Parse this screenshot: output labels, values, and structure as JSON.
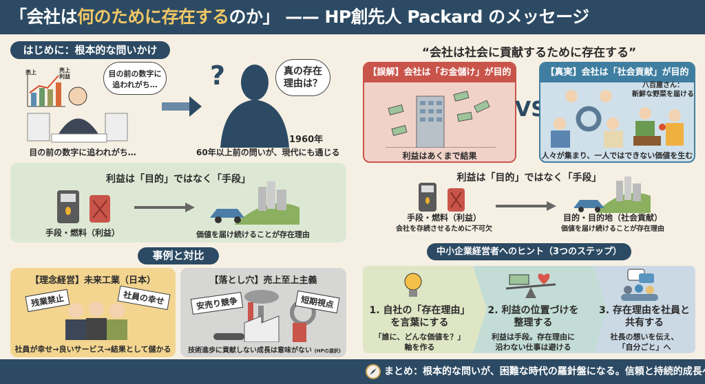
{
  "header": {
    "title_pre": "「会社は",
    "title_highlight": "何のために存在する",
    "title_post": "のか」 —— HP創先人  Packard のメッセージ"
  },
  "intro": {
    "pill": "はじめに：根本的な問いかけ",
    "chart_labels": [
      "売上",
      "売上\n利益"
    ],
    "thought_bubble": "目の前の数字に\n追われがち…",
    "left_caption": "目の前の数字に追われがち…",
    "speech_bubble": "真の存在\n理由は？",
    "year": "1960年",
    "right_caption": "60年以上前の問いが、現代にも通じる"
  },
  "profit_left": {
    "title": "利益は「目的」ではなく「手段」",
    "fuel_caption": "手段・燃料（利益）",
    "goal_caption": "価値を届け続けることが存在理由"
  },
  "cases": {
    "pill": "事例と対比",
    "good": {
      "title": "【理念経営】未来工業（日本）",
      "signs": [
        "残業禁止",
        "社員の幸せ"
      ],
      "caption": "社員が幸せ→良いサービス→結果として儲かる"
    },
    "bad": {
      "title": "【落とし穴】売上至上主義",
      "signs": [
        "安売り競争",
        "短期視点"
      ],
      "caption": "技術進歩に貢献しない成長は意味がない",
      "note": "(HPの選択)"
    }
  },
  "quote": "“会社は社会に貢献するために存在する”",
  "misconception": {
    "title": "【誤解】会社は「お金儲け」が目的",
    "caption": "利益はあくまで結果"
  },
  "vs": "VS",
  "truth": {
    "title": "【真実】会社は「社会貢献」が目的",
    "example": "八百屋さん：\n新鮮な野菜を届ける",
    "caption": "人々が集まり、一人ではできない価値を生む"
  },
  "profit_right": {
    "title": "利益は「目的」ではなく「手段」",
    "fuel_caption": "手段・燃料（利益）",
    "fuel_sub": "会社を存続させるために不可欠",
    "goal_caption": "目的・目的地（社会貢献）",
    "goal_sub": "価値を届け続けることが存在理由"
  },
  "hints": {
    "pill": "中小企業経営者へのヒント（3つのステップ）",
    "steps": [
      {
        "title": "1. 自社の「存在理由」\nを言葉にする",
        "desc": "「誰に、どんな価値を？」\n軸を作る",
        "icon": "lightbulb-icon"
      },
      {
        "title": "2. 利益の位置づけを\n整理する",
        "desc": "利益は手段。存在理由に\n沿わない仕事は避ける",
        "icon": "balance-icon"
      },
      {
        "title": "3. 存在理由を社員と\n共有する",
        "desc": "社長の想いを伝え、\n「自分ごと」へ",
        "icon": "team-chat-icon"
      }
    ]
  },
  "footer": {
    "summary": "まとめ：根本的な問いが、困難な時代の羅針盤になる。信頼と持続的成長へ。"
  },
  "colors": {
    "navy": "#2c4a63",
    "accent": "#f1c866",
    "red": "#c9544a",
    "blue": "#3f7ea0"
  }
}
